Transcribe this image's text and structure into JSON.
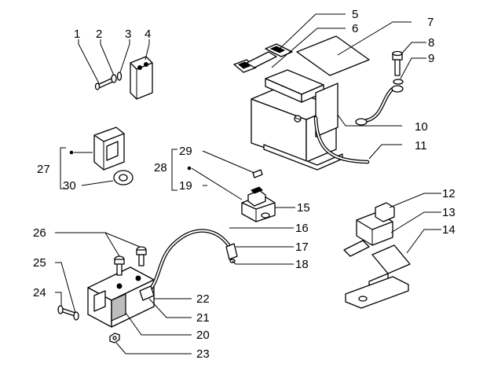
{
  "callouts": [
    {
      "id": "p1",
      "text": "1"
    },
    {
      "id": "p2",
      "text": "2"
    },
    {
      "id": "p3",
      "text": "3"
    },
    {
      "id": "p4",
      "text": "4"
    },
    {
      "id": "p5",
      "text": "5"
    },
    {
      "id": "p6",
      "text": "6"
    },
    {
      "id": "p7",
      "text": "7"
    },
    {
      "id": "p8",
      "text": "8"
    },
    {
      "id": "p9",
      "text": "9"
    },
    {
      "id": "p10",
      "text": "10"
    },
    {
      "id": "p11",
      "text": "11"
    },
    {
      "id": "p12",
      "text": "12"
    },
    {
      "id": "p13",
      "text": "13"
    },
    {
      "id": "p14",
      "text": "14"
    },
    {
      "id": "p15",
      "text": "15"
    },
    {
      "id": "p16",
      "text": "16"
    },
    {
      "id": "p17",
      "text": "17"
    },
    {
      "id": "p18",
      "text": "18"
    },
    {
      "id": "p19",
      "text": "19"
    },
    {
      "id": "p20",
      "text": "20"
    },
    {
      "id": "p21",
      "text": "21"
    },
    {
      "id": "p22",
      "text": "22"
    },
    {
      "id": "p23",
      "text": "23"
    },
    {
      "id": "p24",
      "text": "24"
    },
    {
      "id": "p25",
      "text": "25"
    },
    {
      "id": "p26",
      "text": "26"
    },
    {
      "id": "p27",
      "text": "27"
    },
    {
      "id": "p28",
      "text": "28"
    },
    {
      "id": "p29",
      "text": "29"
    },
    {
      "id": "p30",
      "text": "30"
    }
  ],
  "colors": {
    "line": "#000000",
    "background": "#ffffff",
    "shade": "#bdbdbd"
  }
}
